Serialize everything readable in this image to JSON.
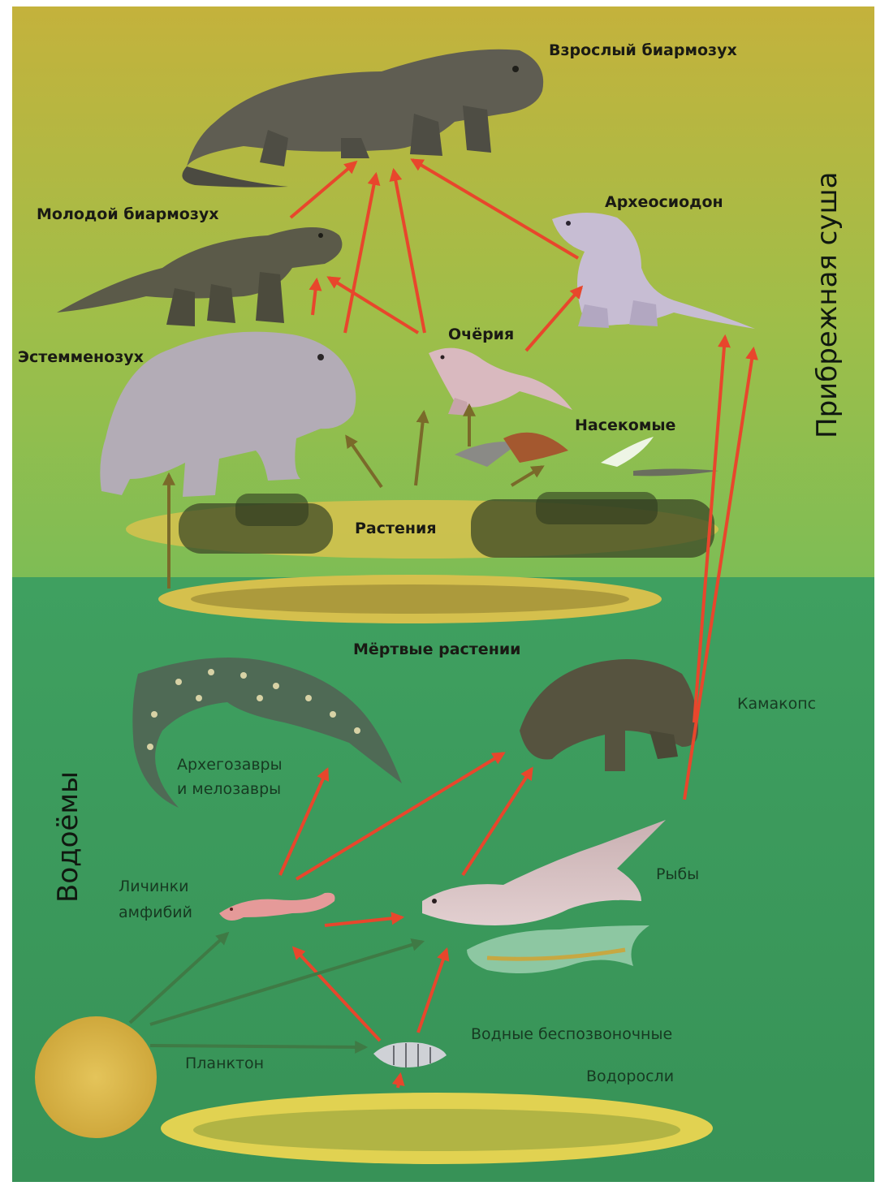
{
  "zones": {
    "land": "Прибрежная суша",
    "water": "Водоёмы"
  },
  "organisms": {
    "adult_biarmosuchus": "Взрослый биармозух",
    "young_biarmosuchus": "Молодой биармозух",
    "archaeosyodon": "Археосиодон",
    "estemmenosuchus": "Эстемменозух",
    "ocheria": "Очёрия",
    "insects": "Насекомые",
    "plants": "Растения",
    "dead_plants": "Мёртвые растении",
    "kamakops": "Камакопс",
    "archegosaurs_line1": "Архегозавры",
    "archegosaurs_line2": "и мелозавры",
    "amphibian_larvae_line1": "Личинки",
    "amphibian_larvae_line2": "амфибий",
    "fish": "Рыбы",
    "aquatic_invertebrates": "Водные беспозвоночные",
    "plankton": "Планктон",
    "algae": "Водоросли"
  },
  "colors": {
    "predation_arrow": "#e8462c",
    "herbivory_arrow": "#7a6a2a",
    "water_food_arrow": "#3f7a45",
    "land_top": "#c4b23c",
    "land_bottom": "#7ebd55",
    "water": "#3a9a5a"
  }
}
